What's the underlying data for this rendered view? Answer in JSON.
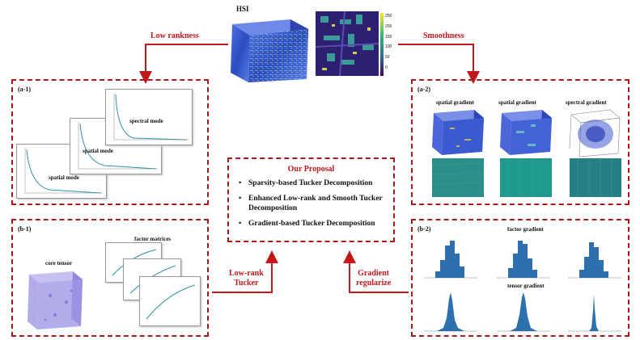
{
  "hsi": {
    "label": "HSI",
    "colorbar_ticks": [
      "250",
      "200",
      "150",
      "100",
      "50",
      "0"
    ]
  },
  "arrows": {
    "low_rankness": "Low rankness",
    "smoothness": "Smoothness",
    "low_rank_tucker": [
      "Low-rank",
      "Tucker"
    ],
    "gradient_regularize": [
      "Gradient",
      "regularize"
    ]
  },
  "panel_a1": {
    "tag": "(a-1)",
    "modes": [
      "spectral mode",
      "spatial mode",
      "spatial mode"
    ]
  },
  "panel_a2": {
    "tag": "(a-2)",
    "columns": [
      "spatial gradient",
      "spatial gradient",
      "spectral gradient"
    ]
  },
  "panel_b1": {
    "tag": "(b-1)",
    "core_label": "core tensor",
    "factor_label": "factor matrices"
  },
  "panel_b2": {
    "tag": "(b-2)",
    "factor_label": "factor gradient",
    "tensor_label": "tensor gradient"
  },
  "proposal": {
    "title": "Our Proposal",
    "items": [
      "Sparsity-based Tucker Decomposition",
      "Enhanced Low-rank and Smooth Tucker Decomposition",
      "Gradient-based Tucker Decomposition"
    ]
  },
  "colors": {
    "accent": "#c0181b",
    "cube": "#3b5ccc",
    "map": "#2a1f6e",
    "histogram": "#2e6fae"
  }
}
